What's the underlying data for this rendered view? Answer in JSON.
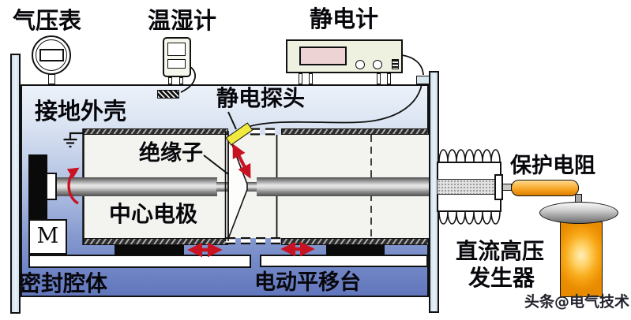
{
  "labels": {
    "barometer": "气压表",
    "hygrometer": "温湿计",
    "electrometer": "静电计",
    "grounded_shell": "接地外壳",
    "electrostatic_probe": "静电探头",
    "insulator": "绝缘子",
    "center_electrode": "中心电极",
    "sealed_chamber": "密封腔体",
    "motorized_stage": "电动平移台",
    "protective_resistor": "保护电阻",
    "dc_hv_generator_line1": "直流高压",
    "dc_hv_generator_line2": "发生器",
    "motor": "M"
  },
  "watermark": "头条@电气技术",
  "icons": {
    "ground-symbol": "earth-ground (3 bars)",
    "rotation-arrow": "red curved arrow",
    "translation-arrow": "red double-headed arrow",
    "probe-gap-arrow": "red double-headed arrow along insulator"
  },
  "colors": {
    "accent_red": "#c81422",
    "probe_yellow": "#f2e93e",
    "generator_orange": "#f5a623",
    "chamber_blue_top": "#ecf1f9",
    "chamber_blue_bottom": "#6176bc",
    "plate_blue": "#d9e8f2",
    "display_pink": "#eed3d5",
    "instrument_cream": "#eef0e0"
  }
}
